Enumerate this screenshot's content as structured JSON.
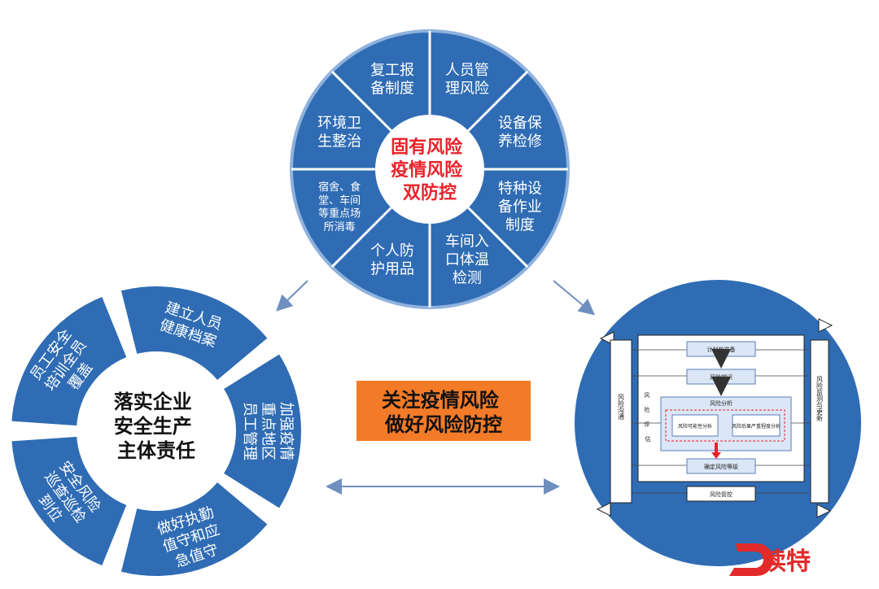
{
  "top_wheel": {
    "center_lines": [
      "固有风险",
      "疫情风险",
      "双防控"
    ],
    "segments": [
      {
        "lines": [
          "人员管",
          "理风险"
        ]
      },
      {
        "lines": [
          "设备保",
          "养检修"
        ]
      },
      {
        "lines": [
          "特种设",
          "备作业",
          "制度"
        ]
      },
      {
        "lines": [
          "车间入",
          "口体温",
          "检测"
        ]
      },
      {
        "lines": [
          "个人防",
          "护用品"
        ]
      },
      {
        "lines": [
          "宿舍、食",
          "堂、车间",
          "等重点场",
          "所消毒"
        ]
      },
      {
        "lines": [
          "环境卫",
          "生整治"
        ]
      },
      {
        "lines": [
          "复工报",
          "备制度"
        ]
      }
    ]
  },
  "left_ring": {
    "center_lines": [
      "落实企业",
      "安全生产",
      "主体责任"
    ],
    "segments": [
      {
        "lines": [
          "建立人员",
          "健康档案"
        ]
      },
      {
        "lines": [
          "加强疫情",
          "重点地区",
          "员工管理"
        ]
      },
      {
        "lines": [
          "做好执勤",
          "值守和应",
          "急值守"
        ]
      },
      {
        "lines": [
          "安全风险",
          "巡查巡检",
          "到位"
        ]
      },
      {
        "lines": [
          "员工安全",
          "培训全员",
          "覆盖"
        ]
      }
    ]
  },
  "middle_box": {
    "lines": [
      "关注疫情风险",
      "做好风险防控"
    ]
  },
  "right_flow": {
    "left_bar": "风险沟通",
    "right_bar": "风险监测与更新",
    "mid_label": [
      "风",
      "险",
      "评",
      "估"
    ],
    "steps": [
      "计划和准备",
      "风险辨识",
      "风险分析",
      "确定风险等级",
      "风险管控"
    ],
    "sub_boxes": [
      "风险可能性分析",
      "风险后果严重程度分析"
    ]
  },
  "logo": {
    "mark": "D",
    "text": "读特"
  },
  "colors": {
    "wheel_blue": "#2f6cb4",
    "center_white": "#ffffff",
    "red_text": "#e8222a",
    "box_orange": "#f37b28",
    "arrow": "#6f8fbf",
    "logo_red": "#e32a2a"
  }
}
